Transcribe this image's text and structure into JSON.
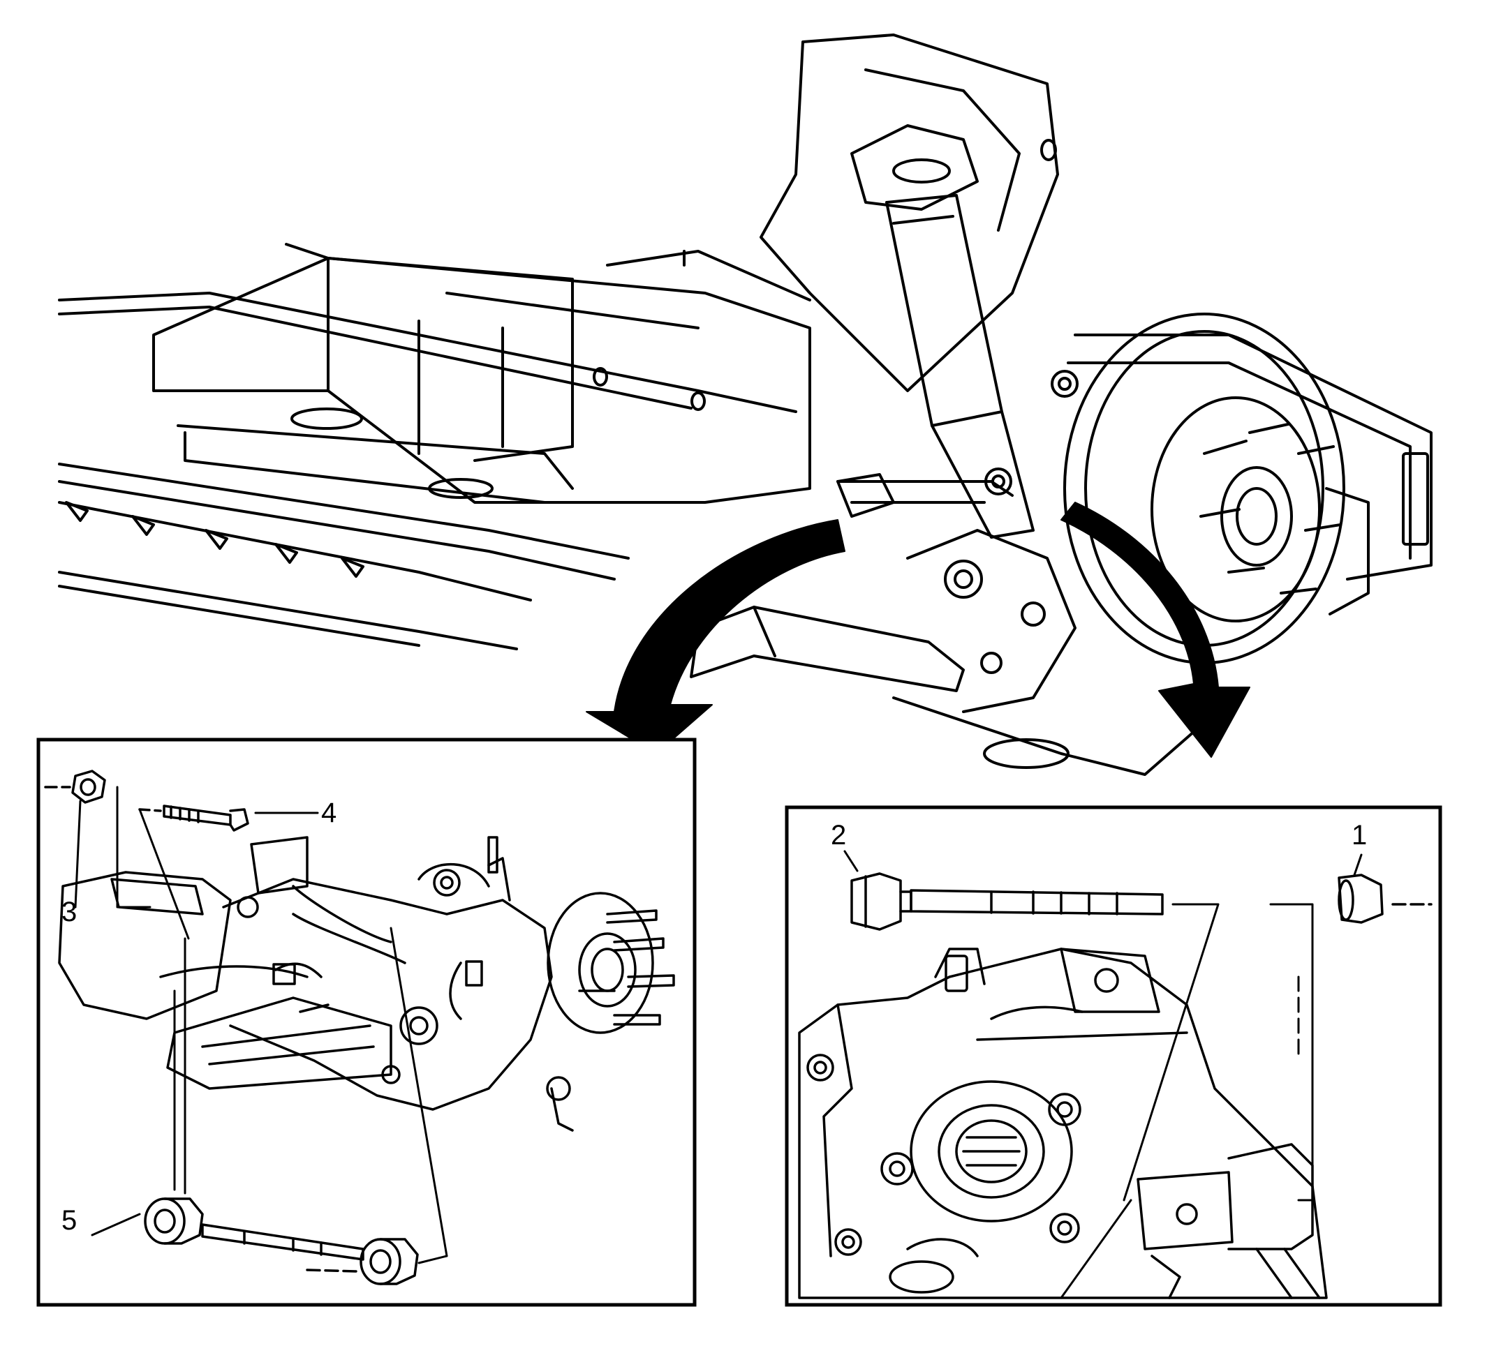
{
  "diagram": {
    "callouts": [
      {
        "id": "1",
        "label": "1"
      },
      {
        "id": "2",
        "label": "2"
      },
      {
        "id": "3",
        "label": "3"
      },
      {
        "id": "4",
        "label": "4"
      },
      {
        "id": "5",
        "label": "5"
      }
    ],
    "colors": {
      "line": "#000000",
      "background": "#ffffff"
    }
  }
}
